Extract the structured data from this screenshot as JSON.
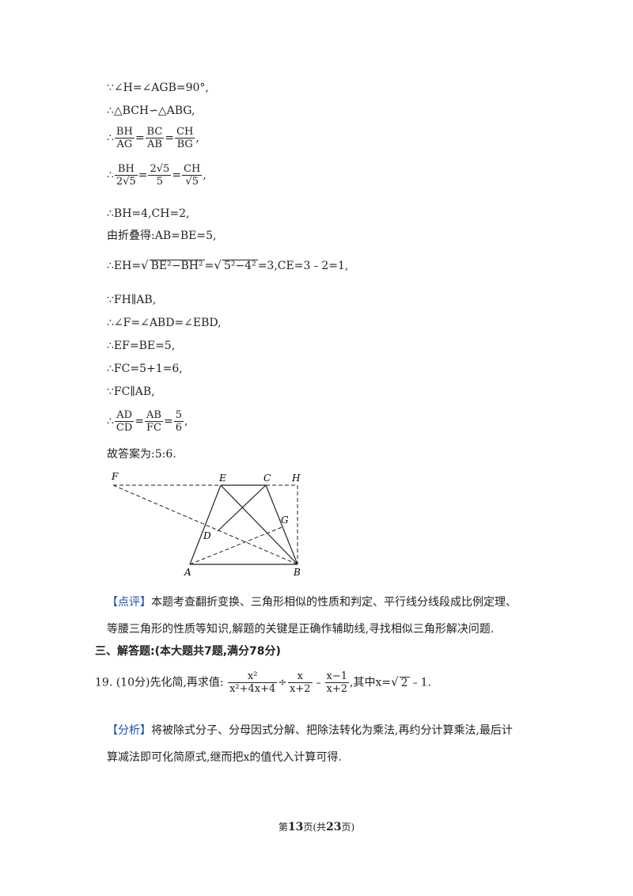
{
  "lines": {
    "l1": "∵∠H=∠AGB=90°,",
    "l2": "∴△BCH∽△ABG,",
    "l3_pre": "∴",
    "l3_n1": "BH",
    "l3_d1": "AG",
    "l3_n2": "BC",
    "l3_d2": "AB",
    "l3_n3": "CH",
    "l3_d3": "BG",
    "l4_pre": "∴",
    "l4_n1": "BH",
    "l4_d1": "2√5",
    "l4_n2": "2√5",
    "l4_d2": "5",
    "l4_n3": "CH",
    "l4_d3": "√5",
    "l5": "∴BH=4,CH=2,",
    "l6": "由折叠得:AB=BE=5,",
    "l7_pre": "∴EH=",
    "l7_rad1": "BE²−BH²",
    "l7_mid": "=",
    "l7_rad2": "5²−4²",
    "l7_post": "=3,CE=3﹣2=1,",
    "l8": "∵FH∥AB,",
    "l9": "∴∠F=∠ABD=∠EBD,",
    "l10": "∴EF=BE=5,",
    "l11": "∴FC=5+1=6,",
    "l12": "∵FC∥AB,",
    "l13_pre": "∴",
    "l13_n1": "AD",
    "l13_d1": "CD",
    "l13_n2": "AB",
    "l13_d2": "FC",
    "l13_n3": "5",
    "l13_d3": "6",
    "l14": "故答案为:5:6."
  },
  "figure": {
    "labels": [
      "F",
      "E",
      "C",
      "H",
      "G",
      "D",
      "A",
      "B"
    ]
  },
  "comment": {
    "tag": "【点评】",
    "text": "本题考查翻折变换、三角形相似的性质和判定、平行线分线段成比例定理、等腰三角形的性质等知识,解题的关键是正确作辅助线,寻找相似三角形解决问题."
  },
  "section": {
    "title": "三、解答题:(本大题共7题,满分78分)"
  },
  "problem19": {
    "number": "19.",
    "score": "(10分)先化简,再求值:",
    "f1_num": "x²",
    "f1_den": "x²+4x+4",
    "op1": "÷",
    "f2_num": "x",
    "f2_den": "x+2",
    "op2": "﹣",
    "f3_num": "x−1",
    "f3_den": "x+2",
    "cond": ",其中x=",
    "cond_rad": "2",
    "cond_post": "﹣1."
  },
  "analysis": {
    "tag": "【分析】",
    "text": "将被除式分子、分母因式分解、把除法转化为乘法,再约分计算乘法,最后计算减法即可化简原式,继而把x的值代入计算可得."
  },
  "footer": {
    "pre": "第",
    "page": "13",
    "mid": "页(共",
    "total": "23",
    "post": "页)"
  }
}
